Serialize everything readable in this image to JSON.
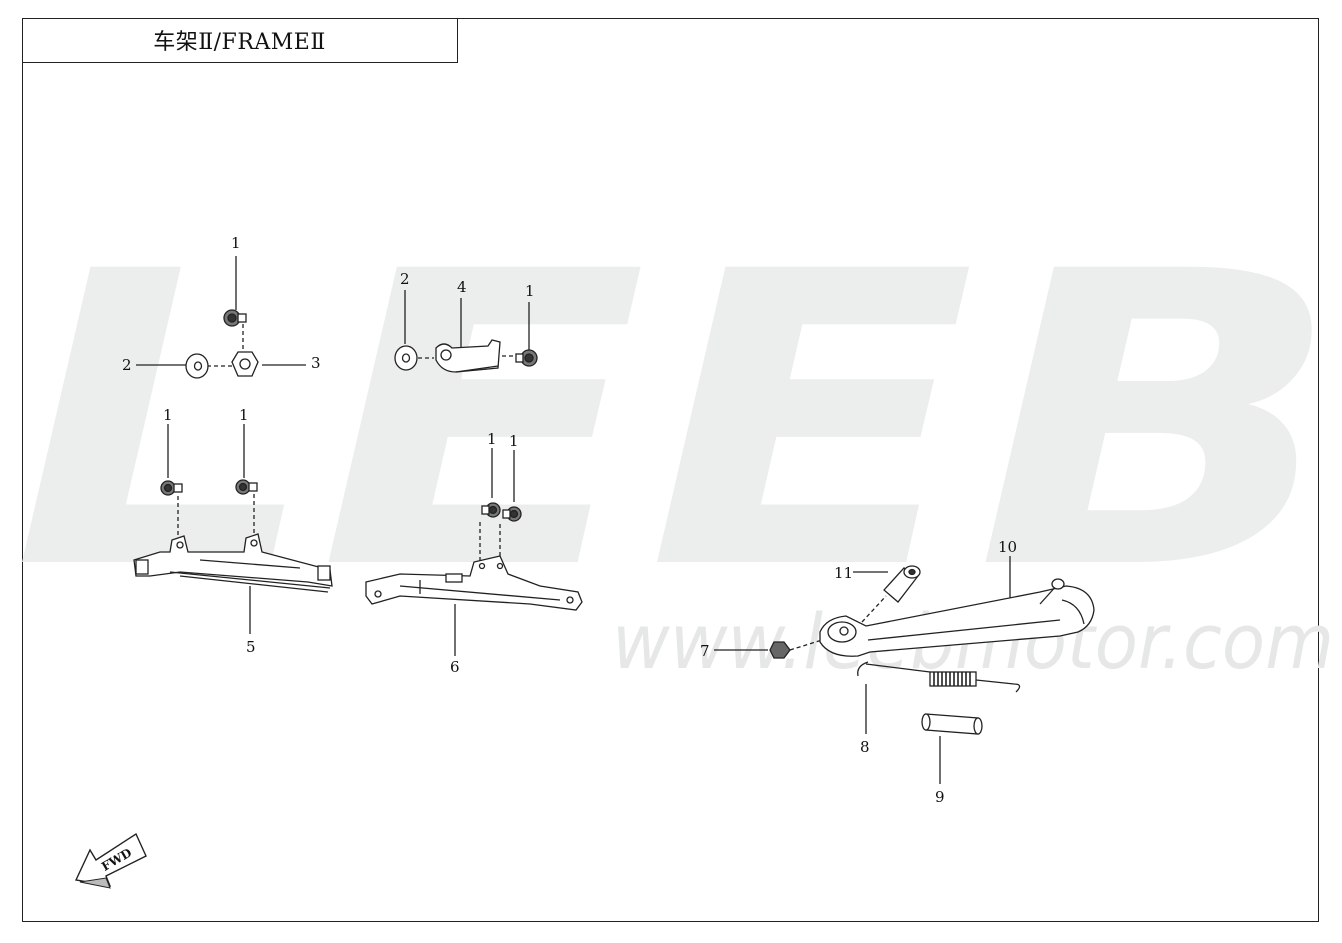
{
  "title": "车架Ⅱ/FRAMEⅡ",
  "watermark": {
    "brand": "LEEB",
    "url": "www.leebmotor.com",
    "color": "#e9ebea"
  },
  "fwd_label": "FWD",
  "callouts": {
    "c_a1": "1",
    "c_a2": "2",
    "c_a3": "3",
    "c_b2": "2",
    "c_b4": "4",
    "c_b1": "1",
    "c_c1a": "1",
    "c_c1b": "1",
    "c_c5": "5",
    "c_d1a": "1",
    "c_d1b": "1",
    "c_d6": "6",
    "c_e11": "11",
    "c_e10": "10",
    "c_e7": "7",
    "c_e8": "8",
    "c_e9": "9"
  }
}
